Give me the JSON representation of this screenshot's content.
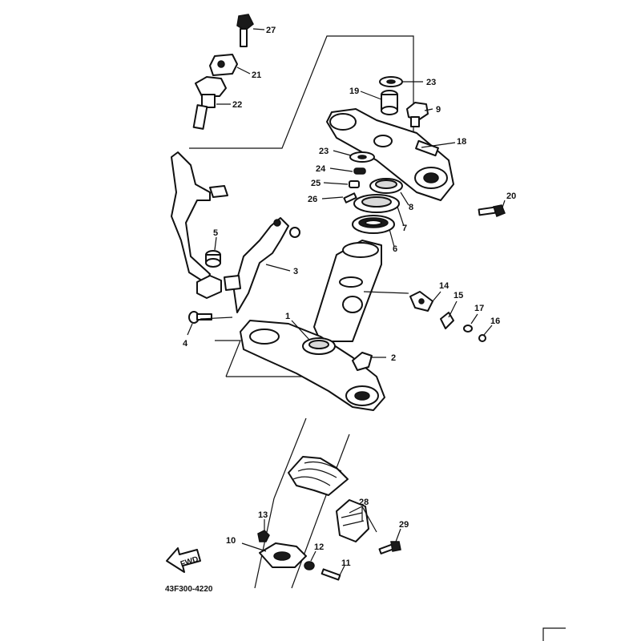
{
  "diagram": {
    "part_code": "43F300-4220",
    "front_arrow_label": "FWD",
    "callouts": {
      "c1": "1",
      "c2": "2",
      "c3": "3",
      "c4": "4",
      "c5": "5",
      "c6": "6",
      "c7": "7",
      "c8": "8",
      "c9": "9",
      "c10": "10",
      "c11": "11",
      "c12": "12",
      "c13": "13",
      "c14": "14",
      "c15": "15",
      "c16": "16",
      "c17": "17",
      "c18": "18",
      "c19": "19",
      "c20": "20",
      "c21": "21",
      "c22": "22",
      "c23a": "23",
      "c23b": "23",
      "c24": "24",
      "c25": "25",
      "c26": "26",
      "c27": "27",
      "c28": "28",
      "c29": "29"
    },
    "colors": {
      "ink": "#111111",
      "paper": "#ffffff"
    }
  }
}
